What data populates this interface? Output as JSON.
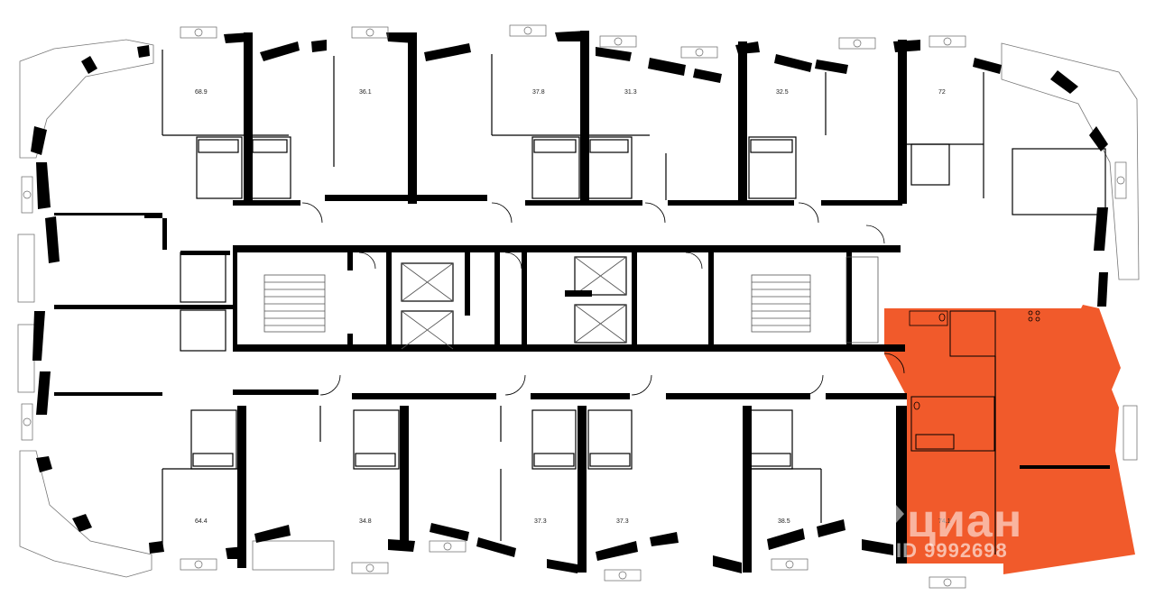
{
  "plan": {
    "highlight_color": "#f15a2b",
    "units_top": [
      {
        "area": "68.9"
      },
      {
        "area": "36.1"
      },
      {
        "area": "37.8"
      },
      {
        "area": "31.3"
      },
      {
        "area": "32.5"
      },
      {
        "area": "72"
      }
    ],
    "units_bottom": [
      {
        "area": "64.4"
      },
      {
        "area": "34.8"
      },
      {
        "area": "37.3"
      },
      {
        "area": "37.3"
      },
      {
        "area": "38.5"
      }
    ],
    "selected_unit": {
      "area": "74.1"
    }
  },
  "watermark": {
    "brand": "циан",
    "id_text": "ID 9992698"
  }
}
